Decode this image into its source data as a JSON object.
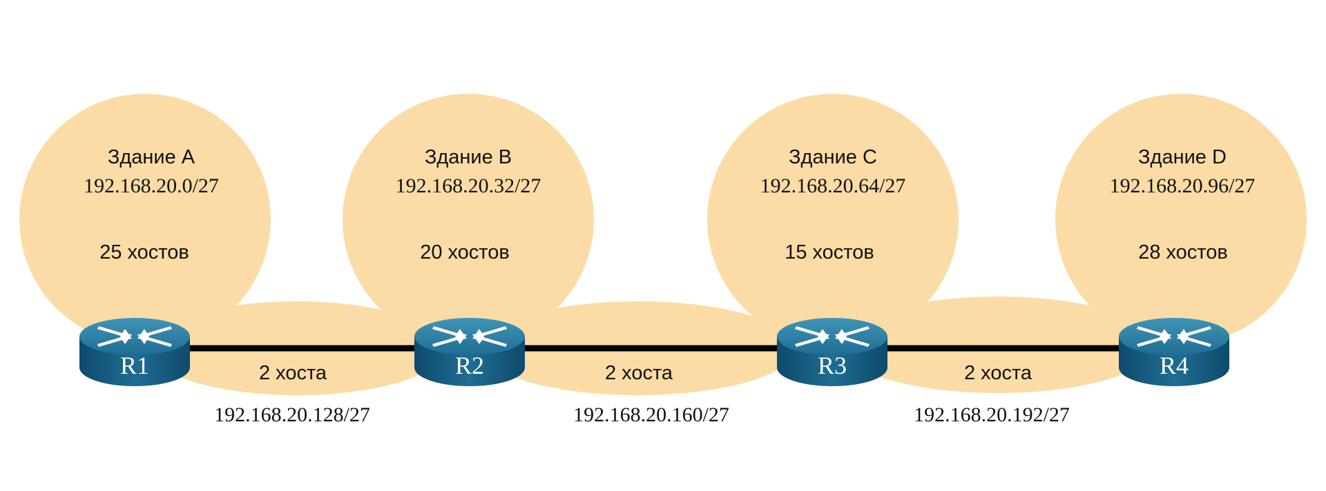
{
  "colors": {
    "area_fill": "#fbdca6",
    "link": "#000000",
    "router_top": "#2e80a4",
    "router_side": "#13587c",
    "router_arrow": "#ffffff",
    "text": "#111111"
  },
  "buildings": [
    {
      "name": "Здание A",
      "subnet": "192.168.20.0/27",
      "hosts": "25 хостов"
    },
    {
      "name": "Здание B",
      "subnet": "192.168.20.32/27",
      "hosts": "20 хостов"
    },
    {
      "name": "Здание C",
      "subnet": "192.168.20.64/27",
      "hosts": "15 хостов"
    },
    {
      "name": "Здание D",
      "subnet": "192.168.20.96/27",
      "hosts": "28 хостов"
    }
  ],
  "links": [
    {
      "hosts": "2 хоста",
      "subnet": "192.168.20.128/27"
    },
    {
      "hosts": "2 хоста",
      "subnet": "192.168.20.160/27"
    },
    {
      "hosts": "2 хоста",
      "subnet": "192.168.20.192/27"
    }
  ],
  "routers": [
    {
      "label": "R1",
      "icon": "router-icon"
    },
    {
      "label": "R2",
      "icon": "router-icon"
    },
    {
      "label": "R3",
      "icon": "router-icon"
    },
    {
      "label": "R4",
      "icon": "router-icon"
    }
  ]
}
